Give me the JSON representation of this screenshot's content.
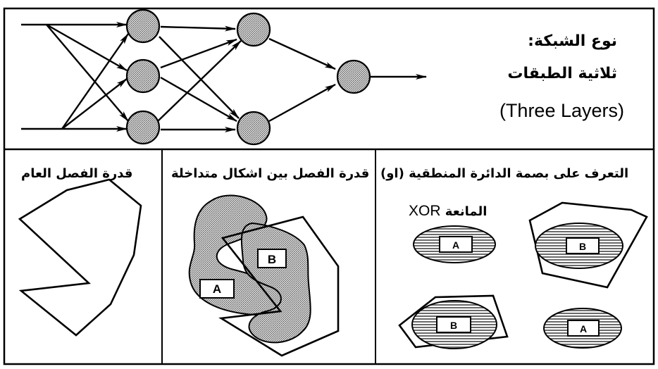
{
  "network": {
    "type_label": "نوع الشبكة:",
    "type_value": "ثلاثية الطبقات",
    "type_value_en": "(Three Layers)"
  },
  "panels": {
    "general": {
      "title": "قدرة الفصل العام"
    },
    "overlapping": {
      "title": "قدرة الفصل بين اشكال متداخلة",
      "label_a": "A",
      "label_b": "B"
    },
    "xor": {
      "title_line1": "التعرف على بصمة الدائرة المنطقية (او)",
      "title_line2_ar": "المانعة",
      "title_line2_en": "XOR",
      "labels": [
        "A",
        "B",
        "B",
        "A"
      ]
    }
  },
  "colors": {
    "line": "#000000",
    "node_fill": "#b8b8b8",
    "background": "#ffffff"
  }
}
